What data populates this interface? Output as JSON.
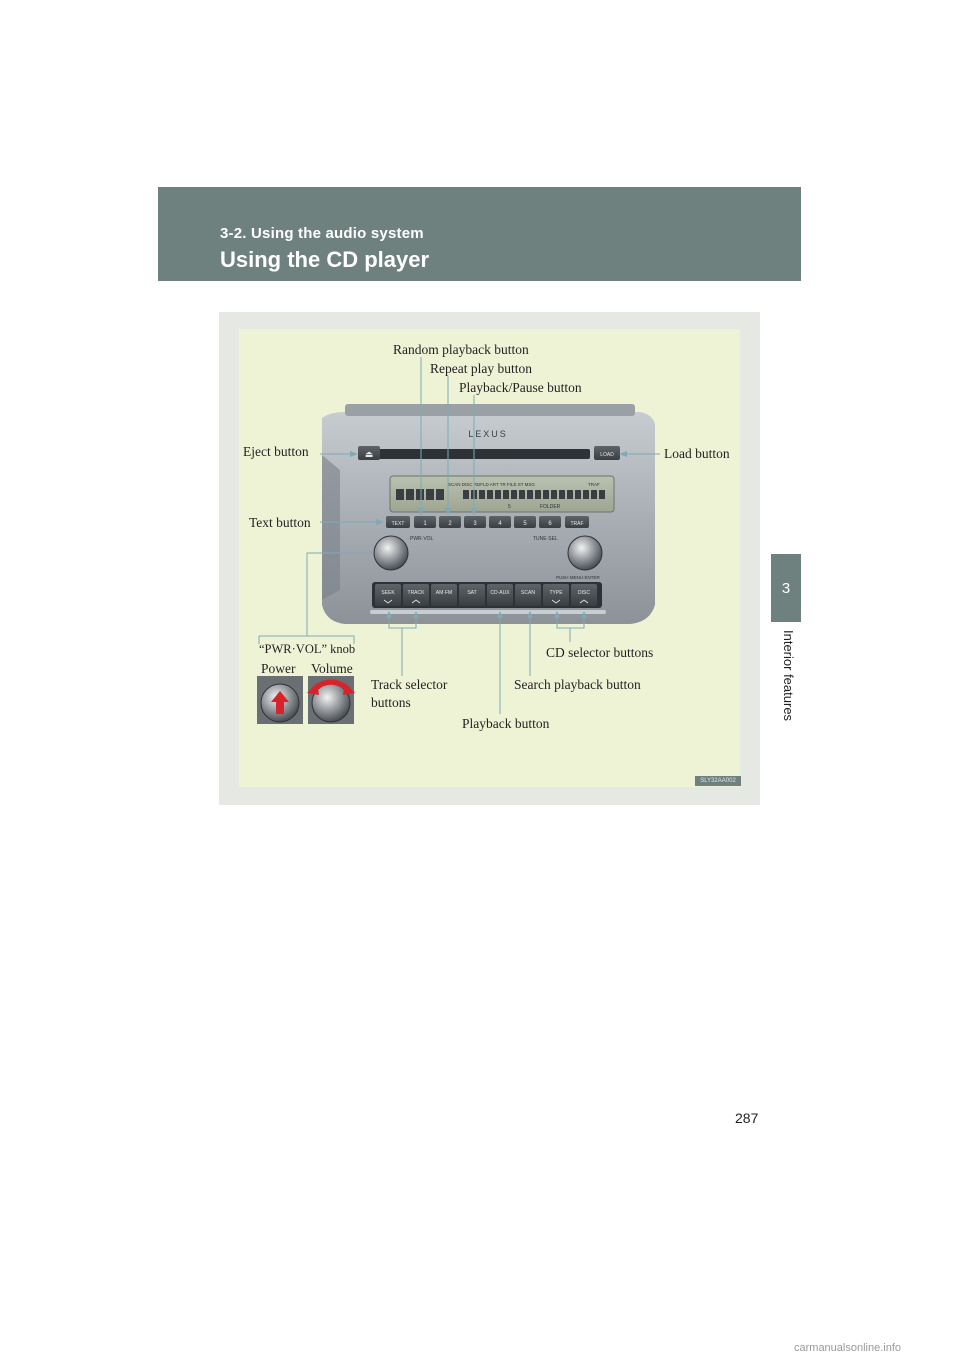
{
  "header": {
    "section": "3-2. Using the audio system",
    "title": "Using the CD player"
  },
  "side_tab": {
    "number": "3",
    "label": "Interior features"
  },
  "figure": {
    "code": "SLY32AA002",
    "radio": {
      "brand": "LEXUS",
      "eject_symbol": "⏏",
      "load": "LOAD",
      "text": "TEXT",
      "presets": [
        "1",
        "2",
        "3",
        "4",
        "5",
        "6"
      ],
      "traf": "TRAF",
      "pwr_vol": "PWR·VOL",
      "tune_sel": "TUNE·SEL",
      "push_menu_enter": "PUSH MENU·ENTER",
      "bottom_buttons": [
        "SEEK",
        "TRACK",
        "AM·FM",
        "SAT",
        "CD·AUX",
        "SCAN",
        "TYPE",
        "DISC"
      ],
      "display_top": "SCAN DISC RDFLD ART TR FILE ST MSG",
      "display_folder": "FOLDER",
      "display_traf": "TRAF",
      "display_five": "5"
    },
    "callouts": {
      "random": "Random playback button",
      "repeat": "Repeat play button",
      "playpause": "Playback/Pause button",
      "eject": "Eject button",
      "load": "Load button",
      "text": "Text button",
      "pwrvol_knob": "“PWR·VOL” knob",
      "power": "Power",
      "volume": "Volume",
      "track_selector": "Track selector",
      "track_selector_2": "buttons",
      "cd_selector": "CD selector buttons",
      "search": "Search playback button",
      "playback": "Playback button"
    }
  },
  "page_number": "287",
  "watermark": "carmanualsonline.info"
}
